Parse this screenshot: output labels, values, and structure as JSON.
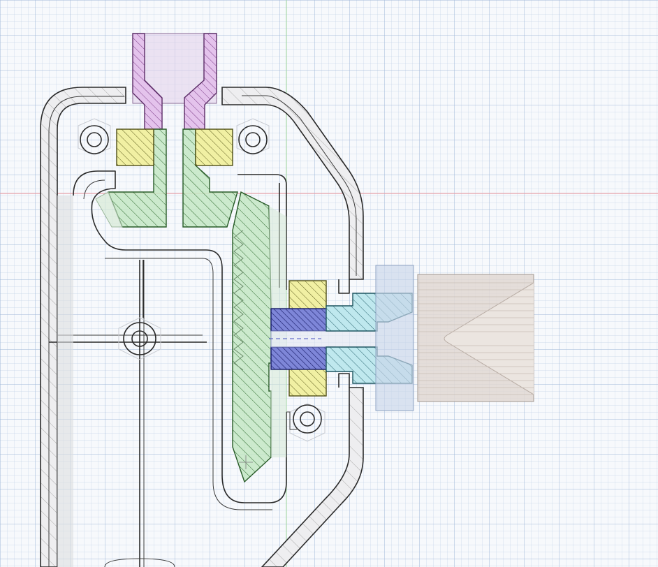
{
  "canvas": {
    "background": "#f7f9fc",
    "grid_minor": "#b9cbe2",
    "grid_major": "#93aed4",
    "axis_x_color": "#e6a2a8",
    "axis_y_color": "#a9d8a9"
  },
  "parts": [
    {
      "id": "housing",
      "color": "#ececee"
    },
    {
      "id": "nozzle-inlet",
      "color": "#d9b8e4"
    },
    {
      "id": "gear-block",
      "color": "#b8e2b8"
    },
    {
      "id": "bearing",
      "color": "#eeee9a"
    },
    {
      "id": "pin",
      "color": "#5a63c4"
    },
    {
      "id": "coupling",
      "color": "#a6dde6"
    },
    {
      "id": "motor",
      "color": "#d9d2cc"
    }
  ]
}
